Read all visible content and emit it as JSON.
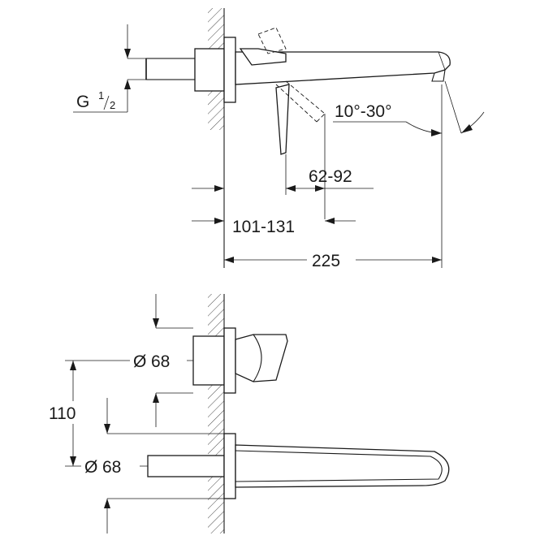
{
  "top_view": {
    "thread_label": "G",
    "thread_num": "1",
    "thread_den": "2",
    "angle_label": "10°-30°",
    "lever_range": "62-92",
    "spout_offset": "101-131",
    "total_length": "225"
  },
  "front_view": {
    "rosette_upper": "68",
    "rosette_lower": "68",
    "center_distance": "110",
    "diameter_symbol": "Ø"
  }
}
